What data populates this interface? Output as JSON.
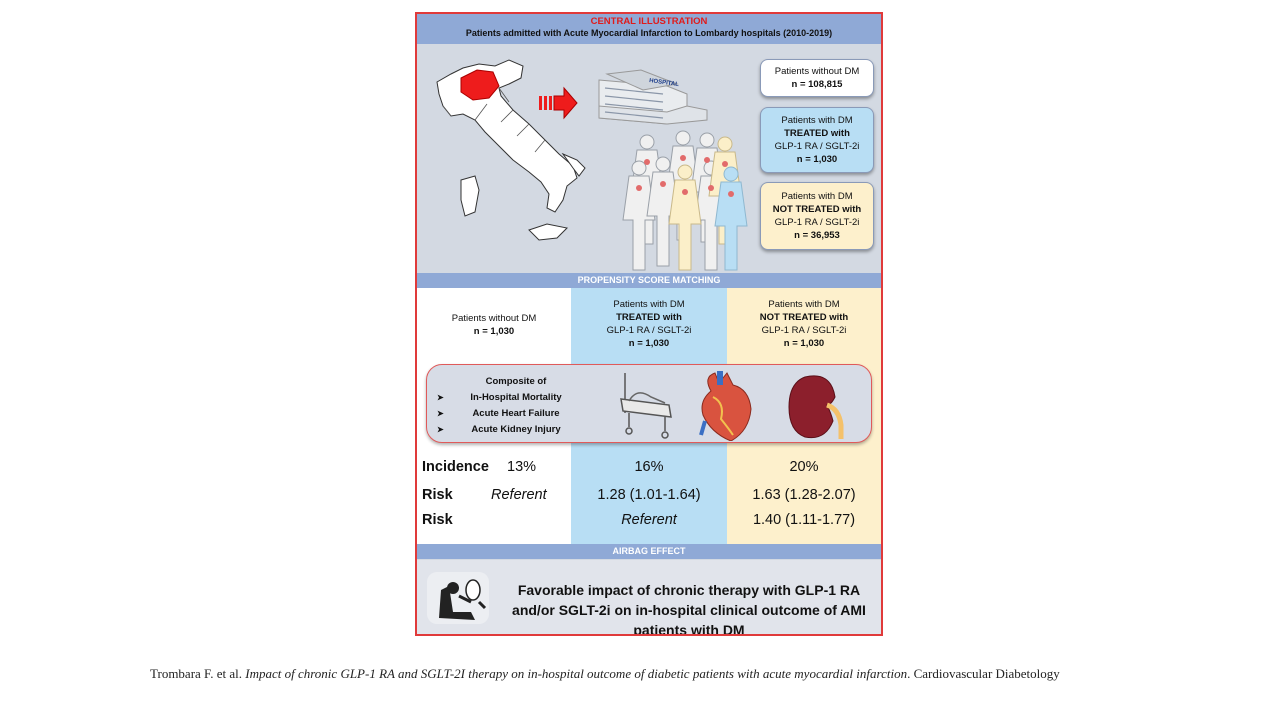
{
  "header": {
    "title": "CENTRAL ILLUSTRATION",
    "subtitle": "Patients admitted with Acute Myocardial Infarction to Lombardy hospitals (2010-2019)"
  },
  "hospital_sign": "HOSPITAL",
  "cohorts": [
    {
      "l1": "Patients without DM",
      "l2": "",
      "l3": "",
      "n": "n = 108,815",
      "fill": "#ffffff"
    },
    {
      "l1": "Patients with DM",
      "l2": "TREATED with",
      "l3": "GLP-1 RA / SGLT-2i",
      "n": "n = 1,030",
      "fill": "#b8def4"
    },
    {
      "l1": "Patients with DM",
      "l2": "NOT TREATED with",
      "l3": "GLP-1 RA / SGLT-2i",
      "n": "n = 36,953",
      "fill": "#fdf0cc"
    }
  ],
  "matching_label": "PROPENSITY SCORE MATCHING",
  "matched": [
    {
      "l1": "Patients without DM",
      "l2": "",
      "l3": "",
      "n": "n = 1,030",
      "fill": "#ffffff"
    },
    {
      "l1": "Patients with DM",
      "l2": "TREATED with",
      "l3": "GLP-1 RA / SGLT-2i",
      "n": "n = 1,030",
      "fill": "#b8def4"
    },
    {
      "l1": "Patients with DM",
      "l2": "NOT TREATED with",
      "l3": "GLP-1 RA / SGLT-2i",
      "n": "n = 1,030",
      "fill": "#fdf0cc"
    }
  ],
  "outcome": {
    "title": "Composite of",
    "items": [
      "In-Hospital Mortality",
      "Acute Heart Failure",
      "Acute Kidney Injury"
    ],
    "bullet": "➤"
  },
  "results": {
    "incidence_label": "Incidence",
    "incidence": [
      "13%",
      "16%",
      "20%"
    ],
    "risk_label": "Risk",
    "risk1": [
      "Referent",
      "1.28 (1.01-1.64)",
      "1.63 (1.28-2.07)"
    ],
    "risk2": [
      "Referent",
      "1.40 (1.11-1.77)"
    ]
  },
  "airbag_label": "AIRBAG EFFECT",
  "conclusion": "Favorable impact of chronic therapy with GLP-1 RA and/or SGLT-2i on in-hospital clinical outcome of AMI patients with DM",
  "caption": {
    "authors": "Trombara F. et al.",
    "title": "Impact of chronic GLP-1 RA and SGLT-2I therapy on in-hospital outcome of diabetic patients with acute myocardial infarction",
    "journal": "Cardiovascular Diabetology"
  },
  "colors": {
    "border": "#e03a3a",
    "header_band": "#8fa9d6",
    "panel": "#d3d9e2",
    "treated": "#b8def4",
    "not_treated": "#fdf0cc",
    "red_title": "#e01b1b"
  }
}
